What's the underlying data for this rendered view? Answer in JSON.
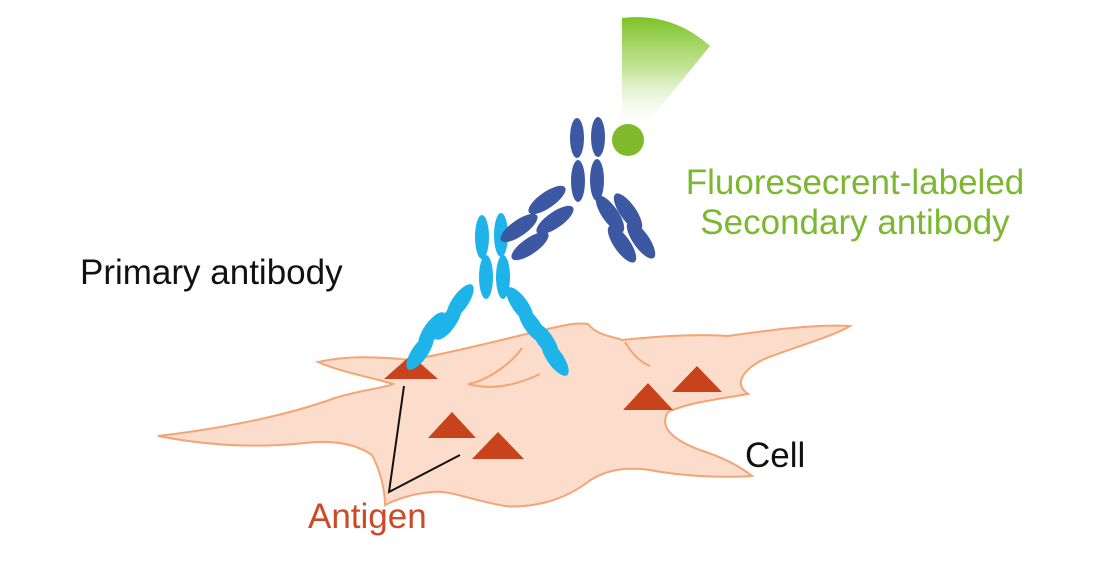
{
  "labels": {
    "primary_antibody": "Primary antibody",
    "secondary_line1": "Fluoresecrent-labeled",
    "secondary_line2": "Secondary antibody",
    "cell": "Cell",
    "antigen": "Antigen"
  },
  "colors": {
    "cell_fill": "#fcdccb",
    "cell_stroke": "#f3a576",
    "antigen": "#c8421c",
    "primary_antibody": "#1eb4ea",
    "secondary_antibody": "#3d58a3",
    "fluorophore": "#80b929",
    "emission": "#7cc227",
    "label_green": "#7cb82f",
    "label_red": "#cc4a27",
    "label_dark": "#111111"
  },
  "icons": {
    "antigen": "triangle-icon",
    "fluorophore": "circle-icon"
  }
}
